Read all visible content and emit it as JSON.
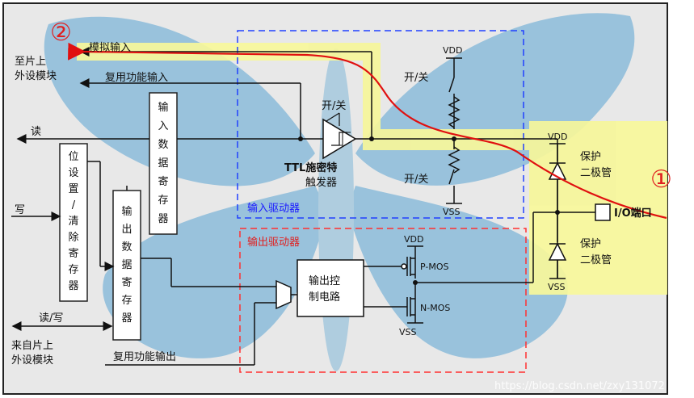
{
  "labels": {
    "analog_input": "模拟输入",
    "to_onchip_1": "至片上",
    "to_onchip_2": "外设模块",
    "alt_func_input": "复用功能输入",
    "read": "读",
    "write": "写",
    "read_write": "读/写",
    "from_onchip_1": "来自片上",
    "from_onchip_2": "外设模块",
    "alt_func_output": "复用功能输出",
    "bit_set_reset_reg": [
      "位",
      "设",
      "置",
      "/",
      "清",
      "除",
      "寄",
      "存",
      "器"
    ],
    "output_data_reg": [
      "输",
      "出",
      "数",
      "据",
      "寄",
      "存",
      "器"
    ],
    "input_data_reg": [
      "输",
      "入",
      "数",
      "据",
      "寄",
      "存",
      "器"
    ],
    "on_off_top": "开/关",
    "on_off_schmitt": "开/关",
    "on_off_bottom": "开/关",
    "ttl_schmitt_1": "TTL施密特",
    "ttl_schmitt_2": "触发器",
    "vdd_top": "VDD",
    "vss_top": "VSS",
    "input_driver": "输入驱动器",
    "output_driver": "输出驱动器",
    "output_ctrl_1": "输出控",
    "output_ctrl_2": "制电路",
    "pmos": "P-MOS",
    "nmos": "N-MOS",
    "vdd_out": "VDD",
    "vss_out": "VSS",
    "vdd_diode": "VDD",
    "vss_diode": "VSS",
    "protect_diode_top_1": "保护",
    "protect_diode_top_2": "二极管",
    "protect_diode_bot_1": "保护",
    "protect_diode_bot_2": "二极管",
    "io_port": "I/O端口",
    "marker_1": "①",
    "marker_2": "②",
    "watermark": "https://blog.csdn.net/zxy131072"
  },
  "colors": {
    "highlight": "#f7f79a",
    "frame_bg": "#e8e8e8",
    "butterfly": "#7fb6d8",
    "signal_path": "#e01010",
    "input_box": "#2040ff",
    "output_box": "#ff3030"
  }
}
